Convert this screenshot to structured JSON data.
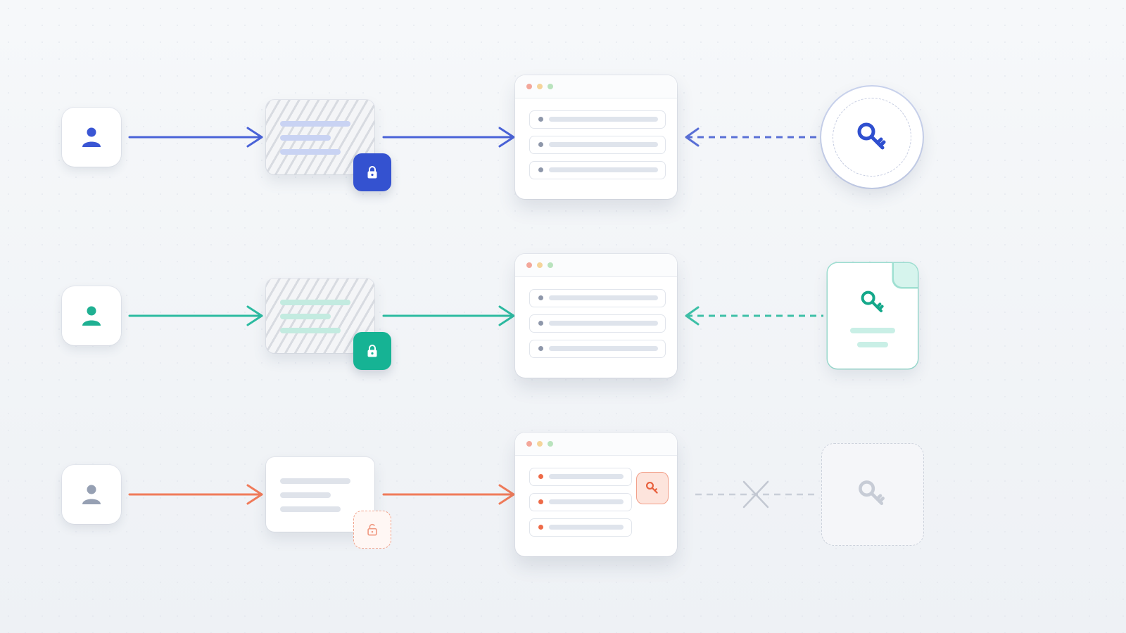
{
  "colors": {
    "blue": "#3a56d4",
    "teal": "#22b59a",
    "coral": "#ef7553",
    "gray": "#9aa3b5"
  },
  "icons": {
    "user": "user-icon",
    "lock": "lock-icon",
    "unlock": "unlock-icon",
    "key": "key-icon",
    "blocked": "x-mark-icon"
  },
  "rows": [
    {
      "id": "row-1",
      "theme": "blue",
      "document": "encrypted",
      "key_source": "key-circle",
      "key_link": "dashed-connected"
    },
    {
      "id": "row-2",
      "theme": "teal",
      "document": "encrypted",
      "key_source": "key-file",
      "key_link": "dashed-connected"
    },
    {
      "id": "row-3",
      "theme": "coral",
      "document": "unencrypted",
      "key_source": "key-absent",
      "key_link": "blocked"
    }
  ]
}
